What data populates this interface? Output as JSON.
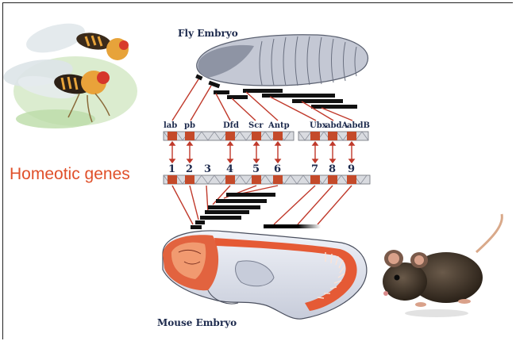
{
  "labels": {
    "fly_title": "Fly Embryo",
    "mouse_title": "Mouse Embryo",
    "side_title": "Homeotic genes"
  },
  "fly_genes": [
    "lab",
    "pb",
    "Dfd",
    "Scr",
    "Antp",
    "Ubx",
    "abdA",
    "abdB"
  ],
  "mouse_genes": [
    "1",
    "2",
    "3",
    "4",
    "5",
    "6",
    "7",
    "8",
    "9"
  ],
  "colors": {
    "gene_box": "#c44a2a",
    "connector": "#c0392b",
    "label": "#1d2a4d",
    "side_title": "#e0502a"
  },
  "icons": [
    "fruit-fly-illustration",
    "mouse-photo"
  ]
}
